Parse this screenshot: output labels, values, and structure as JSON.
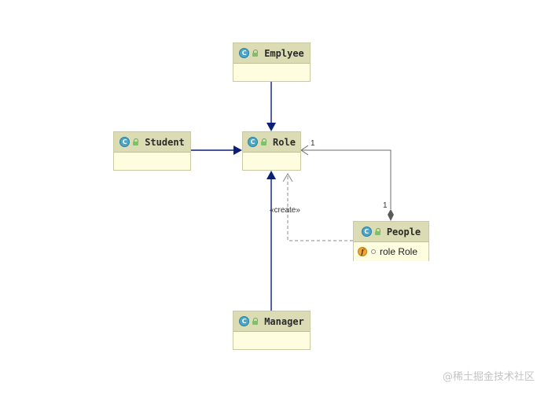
{
  "classes": {
    "emplyee": {
      "name": "Emplyee"
    },
    "role": {
      "name": "Role"
    },
    "student": {
      "name": "Student"
    },
    "people": {
      "name": "People",
      "field": "role Role"
    },
    "manager": {
      "name": "Manager"
    }
  },
  "edges": {
    "create_stereotype": "«create»",
    "multiplicity_role_end": "1",
    "multiplicity_people_end": "1"
  },
  "icons": {
    "class_badge": "C",
    "field_badge": "f"
  },
  "watermark": "@稀土掘金技术社区",
  "colors": {
    "inheritance_edge": "#0b1f7a",
    "association_edge": "#6b6b6b",
    "class_header": "#dcdcb4",
    "class_body": "#fffde0"
  }
}
